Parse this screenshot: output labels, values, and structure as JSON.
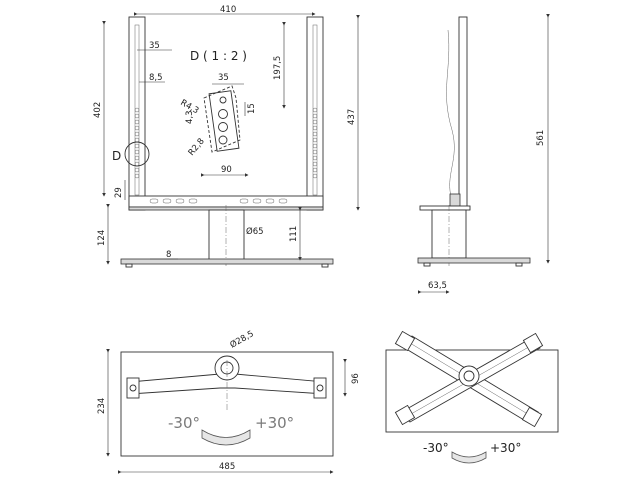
{
  "front_view": {
    "dim_width": "410",
    "dim_35_top": "35",
    "dim_8_5": "8,5",
    "dim_402": "402",
    "dim_29": "29",
    "dim_124": "124",
    "dim_8_base": "8",
    "dim_197_5": "197,5",
    "dim_437": "437",
    "dim_90": "90",
    "dim_diam65": "Ø65",
    "dim_111": "111",
    "detail_marker": "D"
  },
  "detail_view": {
    "title": "D ( 1 : 2 )",
    "dim_35": "35",
    "dim_r4_3": "R4,3",
    "dim_4_3": "4,3",
    "dim_15": "15",
    "dim_r2_8": "R2,8"
  },
  "side_view": {
    "dim_561": "561",
    "dim_63_5": "63,5"
  },
  "base_plan": {
    "dim_diam28_5": "Ø28,5",
    "dim_234": "234",
    "dim_96": "96",
    "dim_485": "485",
    "rot_minus": "-30°",
    "rot_plus": "+30°"
  },
  "cross_view": {
    "rot_minus": "-30°",
    "rot_plus": "+30°"
  }
}
